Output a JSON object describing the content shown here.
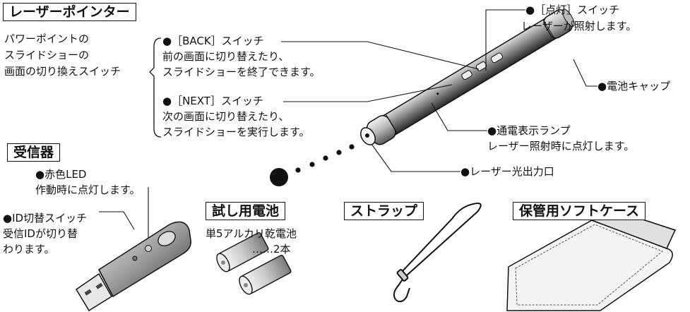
{
  "headings": {
    "laser_pointer": "レーザーポインター",
    "receiver": "受信器",
    "test_battery": "試し用電池",
    "strap": "ストラップ",
    "soft_case": "保管用ソフトケース"
  },
  "labels": {
    "switch_group": [
      "パワーポイントの",
      "スライドショーの",
      "画面の切り換えスイッチ"
    ],
    "back_title": "●［BACK］スイッチ",
    "back_desc": [
      "前の画面に切り替えたり、",
      "スライドショーを終了できます。"
    ],
    "next_title": "●［NEXT］スイッチ",
    "next_desc": [
      "次の画面に切り替えたり、",
      "スライドショーを実行します。"
    ],
    "light_title": "●［点灯］スイッチ",
    "light_desc": "レーザーが照射します。",
    "battery_cap": "●電池キャップ",
    "power_lamp_title": "●通電表示ランプ",
    "power_lamp_desc": "レーザー照射時に点灯します。",
    "laser_exit": "●レーザー光出力口",
    "red_led_title": "●赤色LED",
    "red_led_desc": "作動時に点灯します。",
    "id_switch_title": "●ID切替スイッチ",
    "id_switch_desc": [
      "受信IDが切り替",
      "わります。"
    ],
    "battery_spec": "単5アルカリ乾電池",
    "battery_count": "……2本"
  }
}
